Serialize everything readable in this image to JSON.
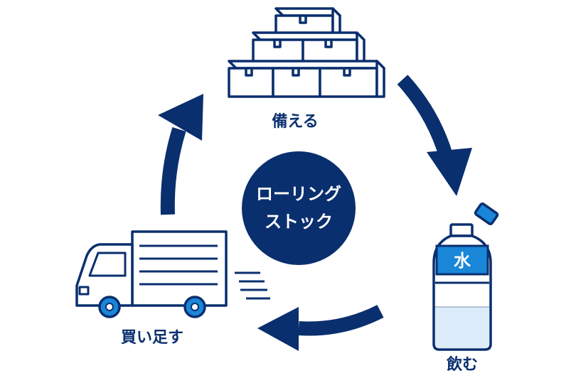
{
  "center": {
    "line1": "ローリング",
    "line2": "ストック"
  },
  "steps": [
    {
      "id": "stock",
      "label": "備える",
      "icon": "stacked-boxes-icon"
    },
    {
      "id": "drink",
      "label": "飲む",
      "icon": "water-bottle-icon",
      "bottle_label": "水"
    },
    {
      "id": "replenish",
      "label": "買い足す",
      "icon": "delivery-truck-icon"
    }
  ],
  "colors": {
    "navy": "#0a2f6e",
    "blue": "#1a86d8",
    "light_blue": "#dcecfa",
    "white": "#ffffff"
  }
}
